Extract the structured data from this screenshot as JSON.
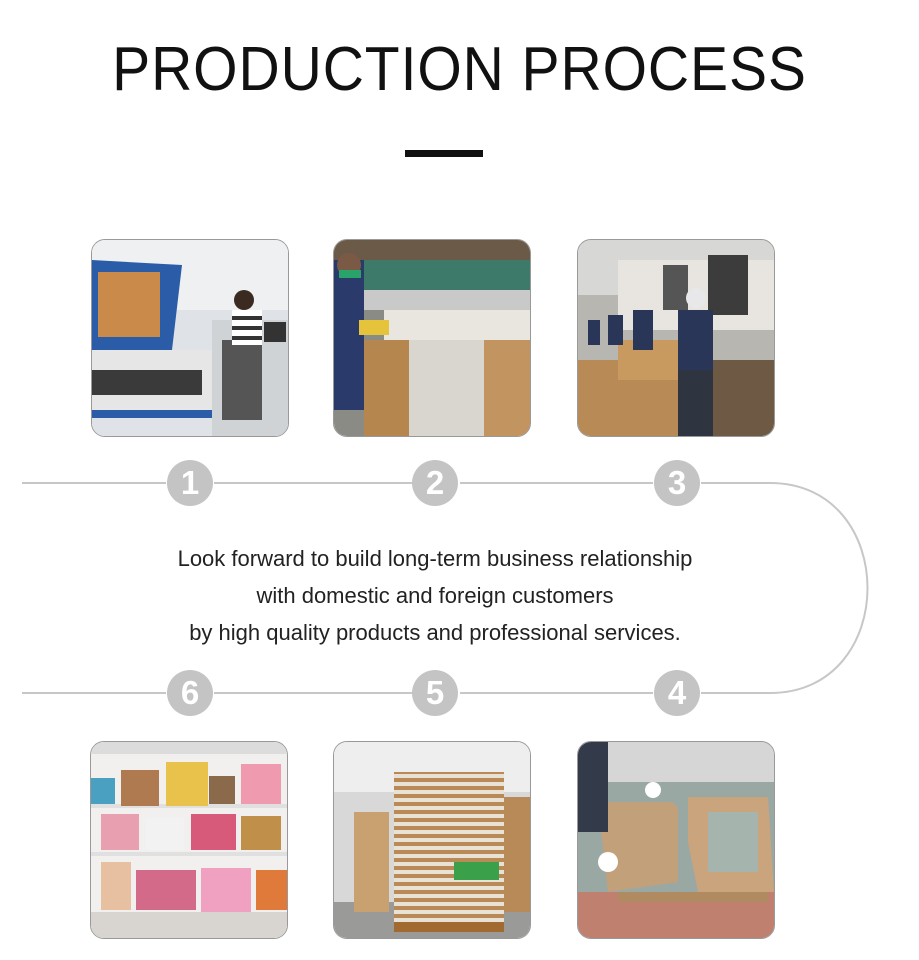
{
  "header": {
    "title": "PRODUCTION PROCESS"
  },
  "steps": [
    {
      "number": "1",
      "icon": "laser-cutting-photo"
    },
    {
      "number": "2",
      "icon": "cardboard-processing-photo"
    },
    {
      "number": "3",
      "icon": "assembly-line-photo"
    },
    {
      "number": "4",
      "icon": "folding-cardboard-photo"
    },
    {
      "number": "5",
      "icon": "warehouse-pallets-photo"
    },
    {
      "number": "6",
      "icon": "product-display-photo"
    }
  ],
  "tagline": {
    "line1": "Look forward to build long-term business relationship",
    "line2": "with domestic and foreign customers",
    "line3": "by high quality products and professional services."
  },
  "colors": {
    "connector": "#c7c7c7",
    "step_circle": "#c4c4c4",
    "title": "#111111"
  }
}
